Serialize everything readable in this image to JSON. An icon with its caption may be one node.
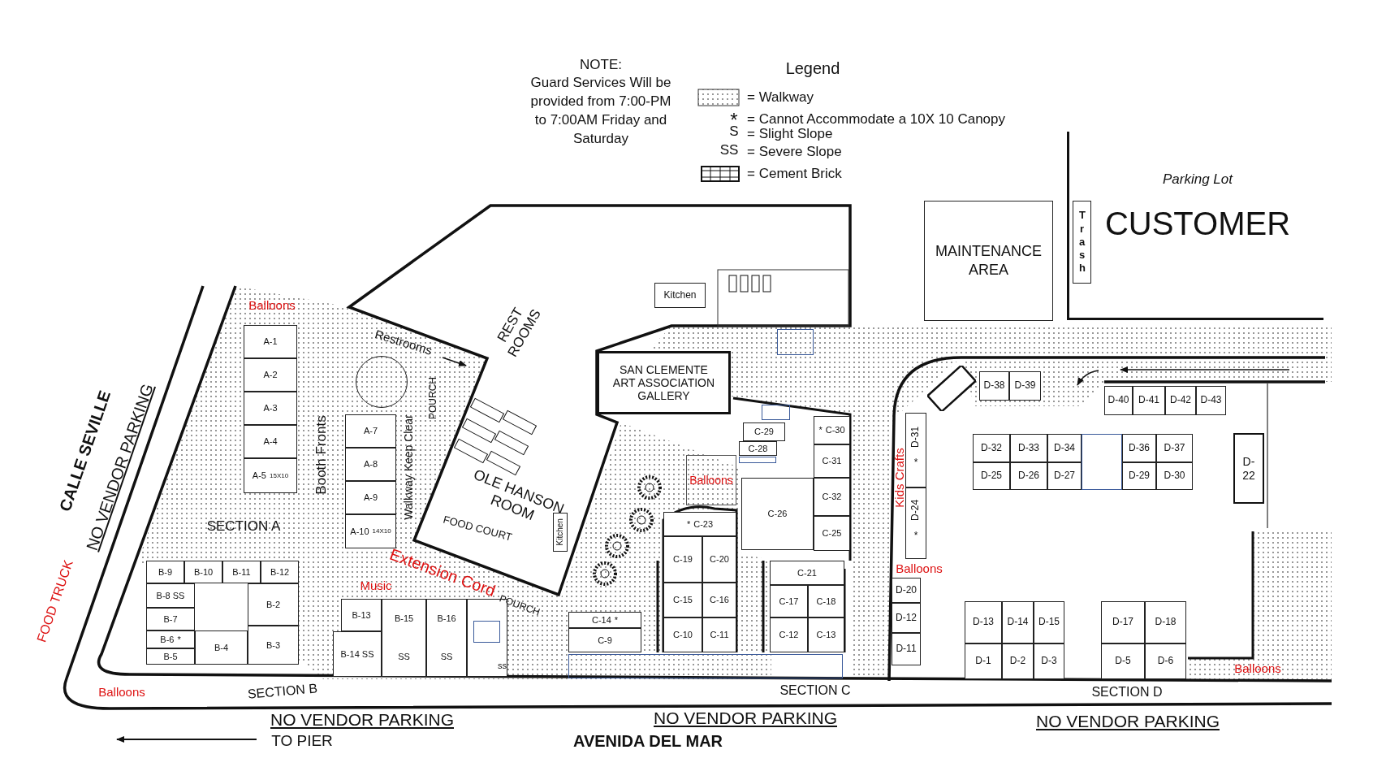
{
  "diagram": {
    "nodes": [
      {
        "text": [
          "A-1"
        ]
      },
      {
        "text": [
          "A-2"
        ]
      },
      {
        "text": [
          "A-3"
        ]
      },
      {
        "text": [
          "A-4"
        ]
      },
      {
        "text": [
          "A-5",
          "15X10"
        ]
      },
      {
        "text": [
          "A-7"
        ]
      },
      {
        "text": [
          "A-8"
        ]
      },
      {
        "text": [
          "A-9"
        ]
      },
      {
        "text": [
          "A-10",
          "14X10"
        ]
      },
      {
        "text": [
          "B-9"
        ]
      },
      {
        "text": [
          "B-10"
        ]
      },
      {
        "text": [
          "B-11"
        ]
      },
      {
        "text": [
          "B-12"
        ]
      },
      {
        "text": [
          "B-8 SS"
        ]
      },
      {
        "text": [
          "B-7"
        ]
      },
      {
        "text": [
          "B-2"
        ]
      },
      {
        "text": [
          "B-6",
          "*"
        ]
      },
      {
        "text": [
          "B-5"
        ]
      },
      {
        "text": [
          "B-4"
        ]
      },
      {
        "text": [
          "B-3"
        ]
      },
      {
        "text": [
          "B-13"
        ]
      },
      {
        "text": [
          "B-15",
          "SS"
        ]
      },
      {
        "text": [
          "B-16",
          "SS"
        ]
      },
      {
        "text": [
          "ss"
        ]
      },
      {
        "text": [],
        "shape": "box",
        "in": 23
      },
      {
        "text": [
          "B-14 SS"
        ]
      },
      {
        "text": [],
        "shape": "circle"
      },
      {
        "text": [
          "REST ROOMS",
          "OLE HANSON ROOM",
          "FOOD COURT"
        ]
      },
      {
        "text": [
          "Kitchen"
        ],
        "in": 27
      },
      {
        "text": [
          "Kitchen"
        ],
        "in": 27
      },
      {
        "text": [
          "SAN CLEMENTE ART ASSOCIATION GALLERY"
        ]
      },
      {
        "text": [],
        "shape": "box"
      },
      {
        "text": [
          "Balloons"
        ]
      },
      {
        "text": [],
        "shape": "box"
      },
      {
        "text": [
          "C-29"
        ]
      },
      {
        "text": [
          "C-28"
        ]
      },
      {
        "text": [],
        "shape": "box"
      },
      {
        "text": [
          "*",
          "C-30"
        ]
      },
      {
        "text": [
          "C-31"
        ]
      },
      {
        "text": [
          "C-32"
        ]
      },
      {
        "text": [
          "C-26"
        ]
      },
      {
        "text": [
          "C-25"
        ]
      },
      {
        "text": [
          "*",
          "C-23"
        ]
      },
      {
        "text": [
          "C-19"
        ]
      },
      {
        "text": [
          "C-20"
        ]
      },
      {
        "text": [
          "C-15"
        ]
      },
      {
        "text": [
          "C-16"
        ]
      },
      {
        "text": [
          "C-10"
        ]
      },
      {
        "text": [
          "C-11"
        ]
      },
      {
        "text": [
          "C-21"
        ]
      },
      {
        "text": [
          "C-17"
        ]
      },
      {
        "text": [
          "C-18"
        ]
      },
      {
        "text": [
          "C-12"
        ]
      },
      {
        "text": [
          "C-13"
        ]
      },
      {
        "text": [
          "C-14",
          "*"
        ]
      },
      {
        "text": [
          "C-9"
        ]
      },
      {
        "text": [],
        "shape": "box"
      },
      {
        "text": [
          "MAINTENANCE AREA"
        ]
      },
      {
        "text": [
          "Parking Lot",
          "CUSTOMER"
        ]
      },
      {
        "text": [
          "Trash"
        ],
        "in": 58
      },
      {
        "text": [],
        "shape": "box"
      },
      {
        "text": [
          "D-38"
        ]
      },
      {
        "text": [
          "D-39"
        ]
      },
      {
        "text": [
          "D-40"
        ]
      },
      {
        "text": [
          "D-41"
        ]
      },
      {
        "text": [
          "D-42"
        ]
      },
      {
        "text": [
          "D-43"
        ]
      },
      {
        "text": [
          "D-32"
        ]
      },
      {
        "text": [
          "D-33"
        ]
      },
      {
        "text": [
          "D-34"
        ]
      },
      {
        "text": [],
        "shape": "box"
      },
      {
        "text": [
          "D-36"
        ]
      },
      {
        "text": [
          "D-37"
        ]
      },
      {
        "text": [
          "D-25"
        ]
      },
      {
        "text": [
          "D-26"
        ]
      },
      {
        "text": [
          "D-27"
        ]
      },
      {
        "text": [
          "D-29"
        ]
      },
      {
        "text": [
          "D-30"
        ]
      },
      {
        "text": [
          "D-22"
        ]
      },
      {
        "text": [
          "D-31",
          "*"
        ]
      },
      {
        "text": [
          "D-24",
          "*"
        ]
      },
      {
        "text": [
          "D-20"
        ]
      },
      {
        "text": [
          "D-12"
        ]
      },
      {
        "text": [
          "D-11"
        ]
      },
      {
        "text": [
          "D-13"
        ]
      },
      {
        "text": [
          "D-14"
        ]
      },
      {
        "text": [
          "D-15"
        ]
      },
      {
        "text": [
          "D-17"
        ]
      },
      {
        "text": [
          "D-18"
        ]
      },
      {
        "text": [
          "D-1"
        ]
      },
      {
        "text": [
          "D-2"
        ]
      },
      {
        "text": [
          "D-3"
        ]
      },
      {
        "text": [
          "D-5"
        ]
      },
      {
        "text": [
          "D-6"
        ]
      }
    ],
    "labels": [
      "NOTE:",
      "Guard Services Will be provided from 7:00-PM to 7:00AM Friday and Saturday",
      "Legend",
      "*",
      "S",
      "SS",
      "Balloons",
      "CALLE SEVILLE",
      "NO VENDOR PARKING",
      "Restrooms",
      "Booth Fronts",
      "Walkway Keep Clear",
      "POURCH",
      "SECTION A",
      "FOOD TRUCK",
      "Extension Cord",
      "POURCH",
      "Music",
      "Kids Crafts",
      "Balloons",
      "Balloons",
      "Balloons",
      "SECTION B",
      "SECTION C",
      "SECTION D",
      "NO VENDOR PARKING",
      "NO VENDOR PARKING",
      "NO VENDOR PARKING",
      "TO PIER",
      "AVENIDA DEL MAR"
    ],
    "legend": [
      {
        "text": "= Walkway"
      },
      {
        "text": "= Cannot Accommodate a 10X 10 Canopy"
      },
      {
        "text": "= Slight Slope"
      },
      {
        "text": "= Severe Slope"
      },
      {
        "text": "= Cement Brick"
      }
    ]
  }
}
